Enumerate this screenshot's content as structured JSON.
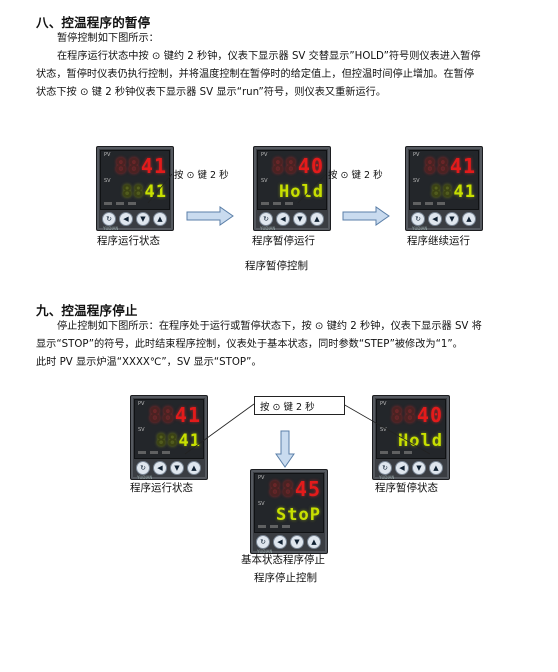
{
  "section8": {
    "title": "八、控温程序的暂停",
    "line1": "暂停控制如下图所示：",
    "line2": "在程序运行状态中按 ⊙ 键约 2 秒钟，仪表下显示器 SV 交替显示”HOLD”符号则仪表进入暂停",
    "line3": "状态，暂停时仪表仍执行控制，并将温度控制在暂停时的给定值上，但控温时间停止增加。在暂停",
    "line4": "状态下按 ⊙ 键 2 秒钟仪表下显示器 SV 显示“run”符号，则仪表又重新运行。"
  },
  "fig1": {
    "device1": {
      "pv": "41",
      "sv": "41",
      "caption": "程序运行状态"
    },
    "device2": {
      "pv": "40",
      "sv": "Hold",
      "caption": "程序暂停运行"
    },
    "device3": {
      "pv": "41",
      "sv": "41",
      "caption": "程序继续运行"
    },
    "note1": "按 ⊙ 键 2 秒",
    "note2": "按 ⊙ 键 2 秒",
    "caption": "程序暂停控制"
  },
  "section9": {
    "title": "九、控温程序停止",
    "line1": "停止控制如下图所示：在程序处于运行或暂停状态下，按 ⊙ 键约 2 秒钟，仪表下显示器 SV 将",
    "line2": "显示“STOP”的符号，此时结束程序控制，仪表处于基本状态，同时参数“STEP”被修改为“1”。",
    "line3": "此时 PV 显示炉温“XXXX℃”，SV 显示“STOP”。"
  },
  "fig2": {
    "device1": {
      "pv": "41",
      "sv": "41",
      "caption": "程序运行状态"
    },
    "device2": {
      "pv": "40",
      "sv": "Hold",
      "caption": "程序暂停状态"
    },
    "device3": {
      "pv": "45",
      "sv": "StoP",
      "caption": "基本状态程序停止"
    },
    "note": "按 ⊙ 键 2 秒",
    "caption": "程序停止控制"
  },
  "device_labels": {
    "pv": "PV",
    "sv": "SV",
    "brand": "YUDIAN"
  },
  "button_glyphs": {
    "b1": "↻",
    "b2": "◀",
    "b3": "▼",
    "b4": "▲"
  },
  "colors": {
    "pv_led": "#e31b1b",
    "sv_led": "#c8e000",
    "arrow_fill": "#c9dbef",
    "arrow_stroke": "#5b7fa8"
  }
}
